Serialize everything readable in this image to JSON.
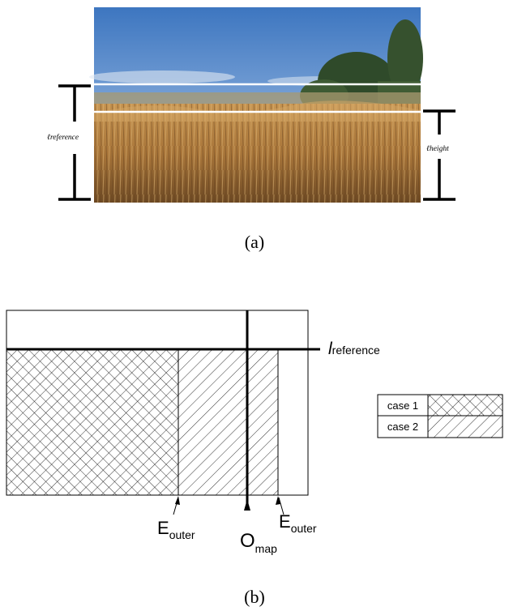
{
  "figure_a": {
    "caption": "(a)",
    "label_reference": "ℓreference",
    "label_height": "ℓheight"
  },
  "figure_b": {
    "caption": "(b)",
    "line_label": {
      "main": "l",
      "sub": "reference"
    },
    "labels": {
      "e_outer_left": {
        "main": "E",
        "sub": "outer"
      },
      "o_map": {
        "main": "O",
        "sub": "map"
      },
      "e_outer_right": {
        "main": "E",
        "sub": "outer"
      }
    },
    "legend": [
      {
        "label": "case 1",
        "pattern": "crosshatch"
      },
      {
        "label": "case 2",
        "pattern": "diagonal"
      }
    ]
  }
}
